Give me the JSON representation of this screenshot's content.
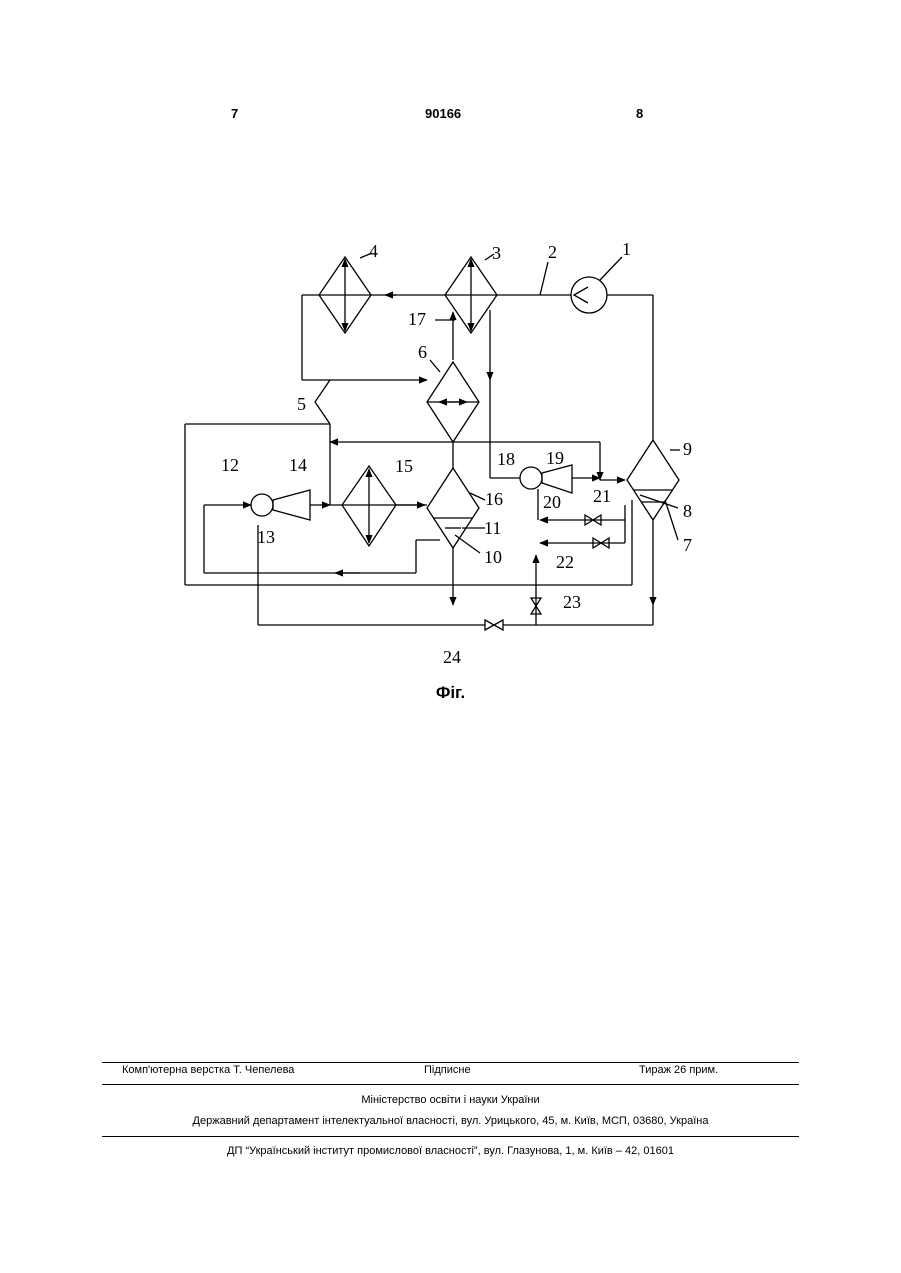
{
  "header": {
    "left_page": "7",
    "patent_number": "90166",
    "right_page": "8"
  },
  "figure": {
    "caption": "Фіг.",
    "labels": [
      "1",
      "2",
      "3",
      "4",
      "5",
      "6",
      "7",
      "8",
      "9",
      "10",
      "11",
      "12",
      "13",
      "14",
      "15",
      "16",
      "17",
      "18",
      "19",
      "20",
      "21",
      "22",
      "23",
      "24"
    ]
  },
  "footer": {
    "layout": "Комп'ютерна верстка Т. Чепелева",
    "signed": "Підписне",
    "print_run": "Тираж 26 прим.",
    "ministry": "Міністерство освіти і науки України",
    "department": "Державний департамент інтелектуальної власності, вул. Урицького, 45, м. Київ, МСП, 03680, Україна",
    "institute": "ДП “Український інститут промислової власності”, вул. Глазунова, 1, м. Київ – 42, 01601"
  }
}
